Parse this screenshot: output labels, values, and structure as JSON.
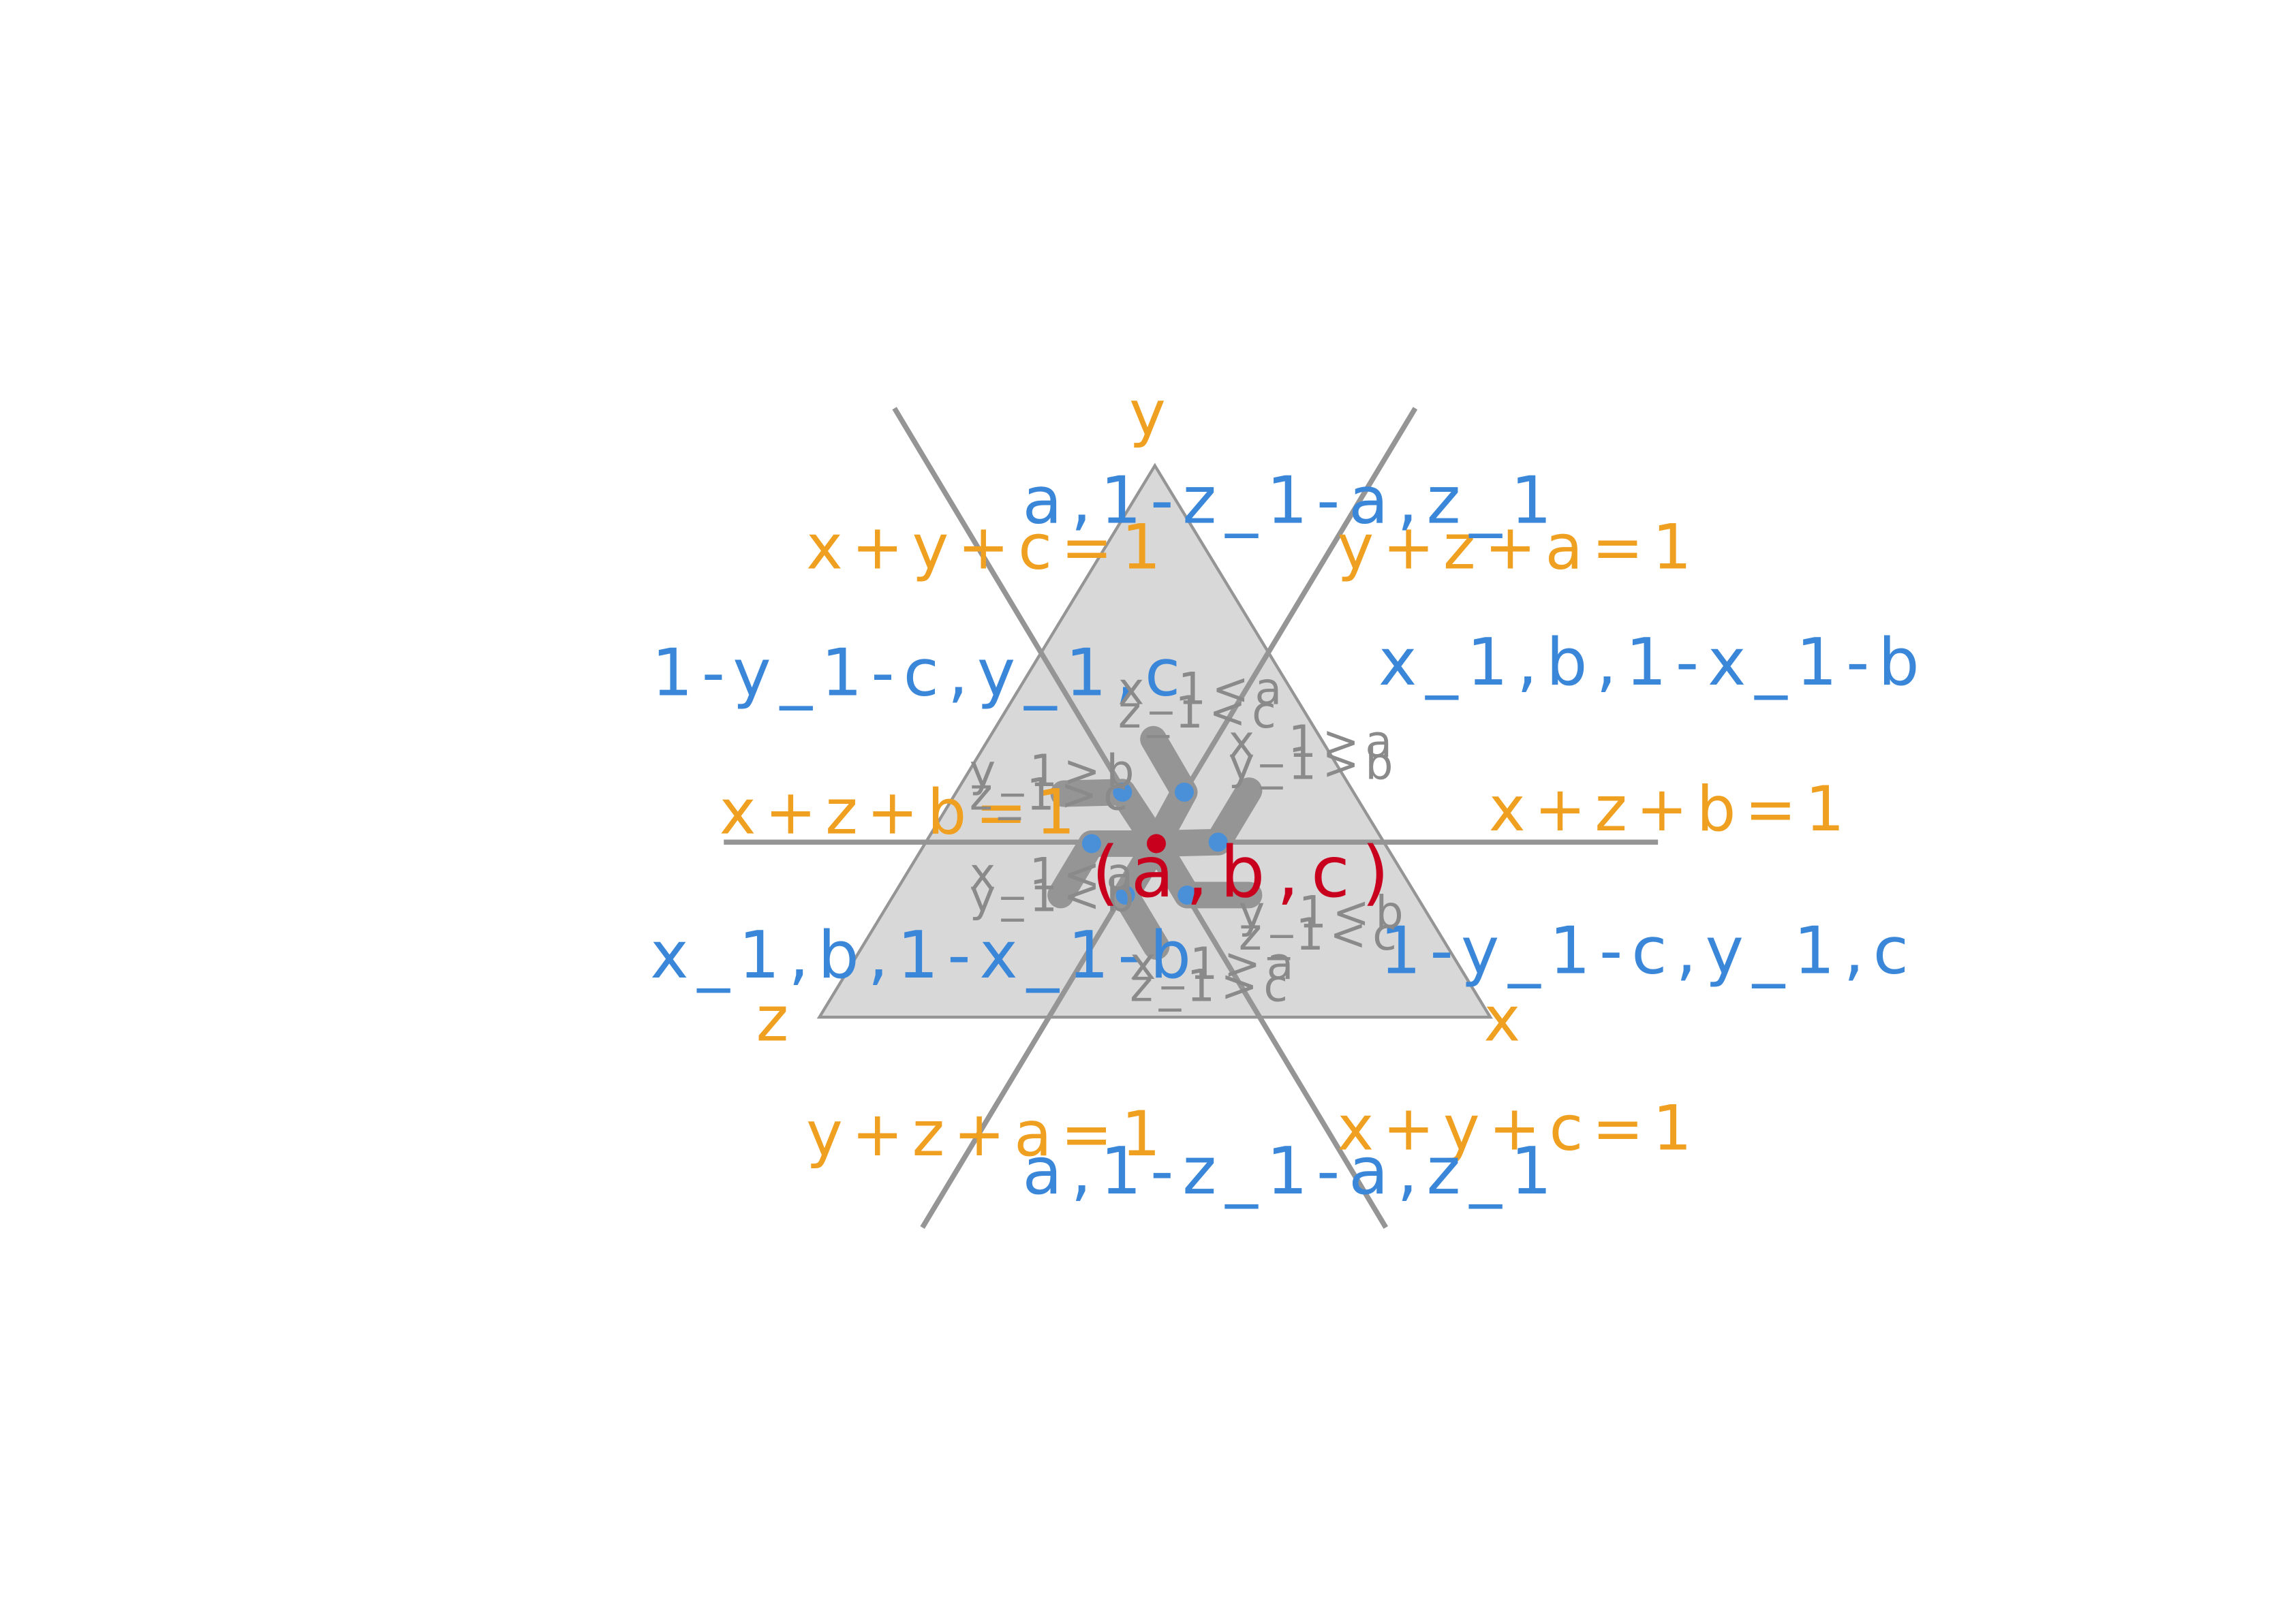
{
  "colors": {
    "triangle_fill": "#d8d8d8",
    "line": "#959595",
    "orange": "#f0a020",
    "blue": "#3a86d8",
    "gray_text": "#8a8a8a",
    "red": "#c8001e",
    "node_blue": "#4a90d9"
  },
  "vertices": {
    "x": "x",
    "y": "y",
    "z": "z"
  },
  "lines": {
    "xyc_top": "x+y+c=1",
    "yza_top": "y+z+a=1",
    "xzb_left": "x+z+b=1",
    "xzb_right": "x+z+b=1",
    "yza_bottom": "y+z+a=1",
    "xyc_bottom": "x+y+c=1"
  },
  "regions": {
    "top": "a,1-z_1-a,z_1",
    "upper_left": "1-y_1-c,y_1,c",
    "upper_right": "x_1,b,1-x_1-b",
    "lower_left": "x_1,b,1-x_1-b",
    "lower_right": "1-y_1-c,y_1,c",
    "bottom": "a,1-z_1-a,z_1"
  },
  "conditions": {
    "top": [
      "x_1<a",
      "z_1<c"
    ],
    "upper_right": [
      "x_1>a",
      "y_1>b"
    ],
    "upper_left": [
      "y_1>b",
      "z_1>c"
    ],
    "lower_left": [
      "x_1<a",
      "y_1<b"
    ],
    "lower_right": [
      "y_1<b",
      "z_1<c"
    ],
    "bottom": [
      "x_1>a",
      "z_1>c"
    ]
  },
  "center_point": "(a,b,c)"
}
